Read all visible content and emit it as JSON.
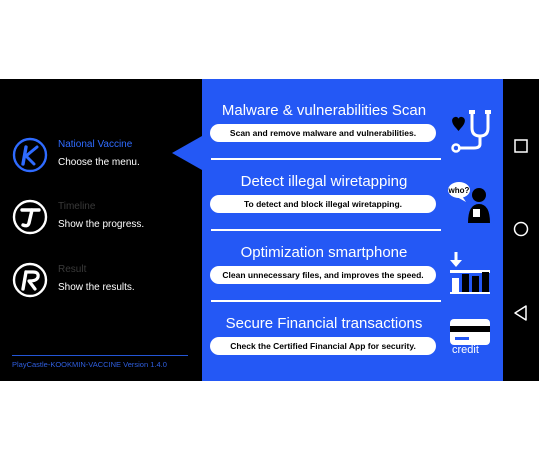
{
  "sidebar": {
    "items": [
      {
        "title": "National Vaccine",
        "desc": "Choose the menu."
      },
      {
        "title": "Timeline",
        "desc": "Show the progress."
      },
      {
        "title": "Result",
        "desc": "Show the results."
      }
    ],
    "version": "PlayCastle-KOOKMIN-VACCINE Version 1.4.0"
  },
  "features": [
    {
      "heading": "Malware & vulnerabilities Scan",
      "desc": "Scan and remove malware and vulnerabilities.",
      "icon": "heart-stethoscope-icon"
    },
    {
      "heading": "Detect illegal wiretapping",
      "desc": "To detect and block illegal wiretapping.",
      "icon": "who-person-icon",
      "icon_text": "who?"
    },
    {
      "heading": "Optimization smartphone",
      "desc": "Clean unnecessary files, and improves the speed.",
      "icon": "bar-chart-download-icon"
    },
    {
      "heading": "Secure Financial transactions",
      "desc": "Check the Certified Financial App for security.",
      "icon": "credit-card-icon",
      "icon_text": "credit"
    }
  ],
  "navbar": {
    "icons": [
      "recent-apps-icon",
      "home-icon",
      "back-icon"
    ]
  },
  "colors": {
    "panel_blue": "#2458f5",
    "accent_blue": "#2f6bff",
    "background": "#000000"
  }
}
